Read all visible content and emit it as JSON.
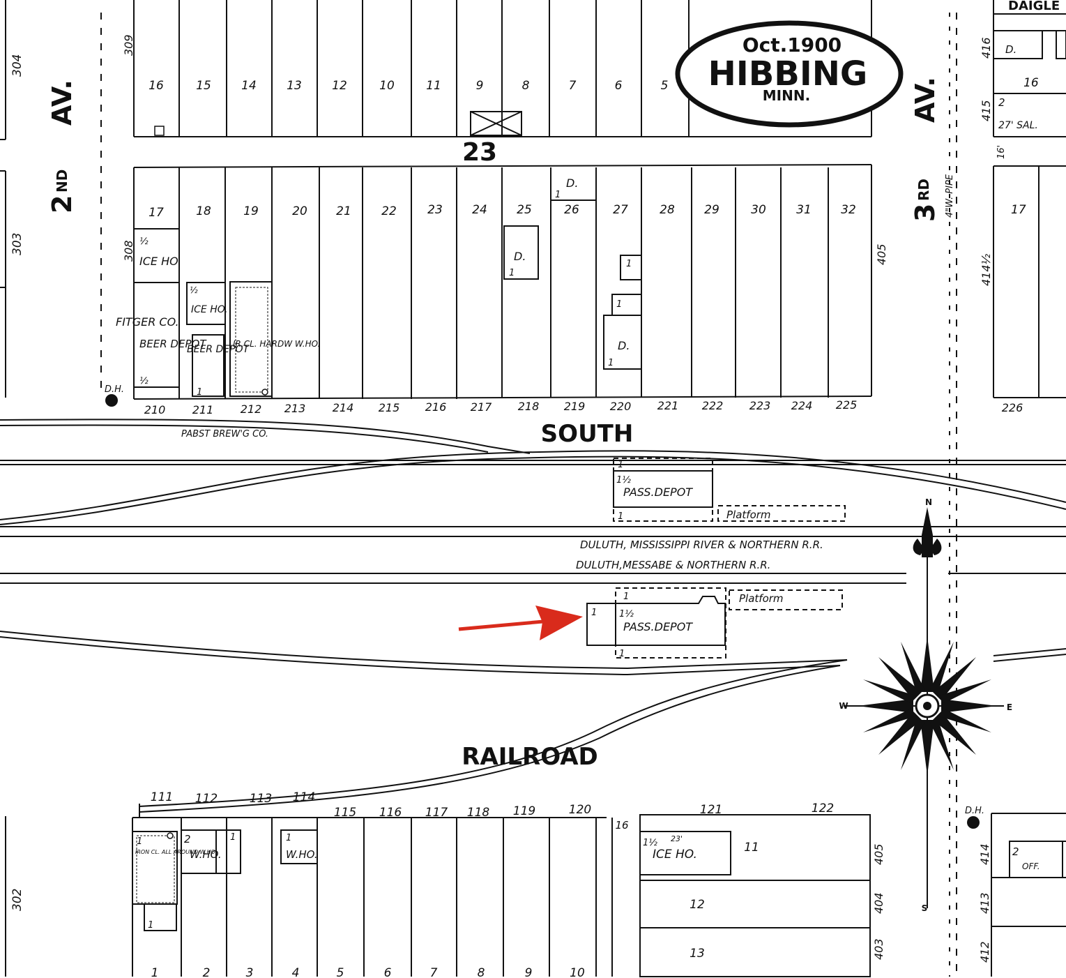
{
  "stamp": {
    "date": "Oct.1900",
    "city": "HIBBING",
    "state": "MINN."
  },
  "streets": {
    "second_av": {
      "ordinal": "2",
      "suffix": "ND",
      "word": "AV."
    },
    "third_av": {
      "ordinal": "3",
      "suffix": "RD",
      "word": "AV."
    },
    "south": "SOUTH",
    "railroad": "RAILROAD"
  },
  "block_number": "23",
  "pipe_label": "4\"W. PIPE",
  "lots": {
    "top_row": [
      "16",
      "15",
      "14",
      "13",
      "12",
      "10",
      "11",
      "9",
      "8",
      "7",
      "6",
      "5"
    ],
    "mid_row": [
      "17",
      "18",
      "19",
      "20",
      "21",
      "22",
      "23",
      "24",
      "25",
      "26",
      "27",
      "28",
      "29",
      "30",
      "31",
      "32"
    ],
    "right_top": [
      "16",
      "17"
    ],
    "bottom_row": [
      "111",
      "112",
      "113",
      "114",
      "115",
      "116",
      "117",
      "118",
      "119",
      "120",
      "121",
      "122"
    ],
    "bottom_right": [
      "11",
      "12",
      "13"
    ],
    "bottom_edge": [
      "1",
      "2",
      "3",
      "4",
      "5",
      "6",
      "7",
      "8",
      "9",
      "10"
    ]
  },
  "addresses": {
    "south_row": [
      "210",
      "211",
      "212",
      "213",
      "214",
      "215",
      "216",
      "217",
      "218",
      "219",
      "220",
      "221",
      "222",
      "223",
      "224",
      "225",
      "226"
    ],
    "left_side": [
      "304",
      "303",
      "302"
    ],
    "block_side": [
      "309",
      "308"
    ],
    "right_block": [
      "405",
      "405",
      "404",
      "403"
    ],
    "far_right": [
      "416",
      "415",
      "414½",
      "414",
      "413",
      "412"
    ],
    "bottom_edge_sample": "16"
  },
  "buildings": {
    "fitger": "FITGER CO.",
    "beer_depot": "BEER DEPOT",
    "beer_depot2": "BEER DEPOT",
    "ice_ho": "ICE HO.",
    "ice_ho2": "ICE HO.",
    "hardw": "IR.CL. HARDW W.HO.",
    "pabst": "PABST BREW'G CO.",
    "pass_depot_1": "PASS.DEPOT",
    "pass_depot_2": "PASS.DEPOT",
    "platform": "Platform",
    "platform2": "Platform",
    "dwelling": "D.",
    "dhouse": "D.H.",
    "iron_clad": "IRON CL. ALL AROUND W.HO.",
    "who": "W.HO.",
    "who2": "W.HO.",
    "ice_ho_bottom": "ICE HO.",
    "ice_ft": "23'",
    "off": "OFF.",
    "sal": "27' SAL.",
    "daigle": "DAIGLE",
    "ft16": "16'"
  },
  "railroads": {
    "dmn": "DULUTH, MISSISSIPPI RIVER & NORTHERN R.R.",
    "dmnr": "DULUTH,MESSABE & NORTHERN R.R."
  },
  "compass": {
    "n": "N",
    "s": "S",
    "e": "E",
    "w": "W"
  },
  "annotation": {
    "arrow_color": "#d92b1c"
  },
  "colors": {
    "ink": "#111111",
    "paper": "#ffffff"
  }
}
